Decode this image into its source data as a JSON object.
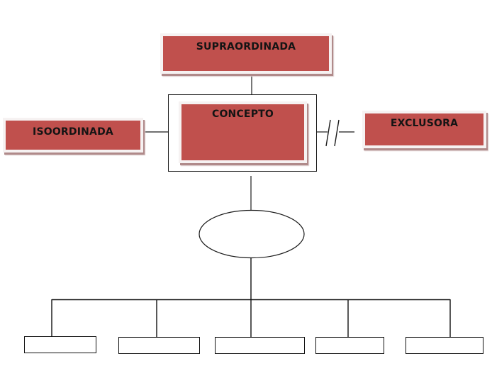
{
  "diagram": {
    "type": "concept-relations",
    "colors": {
      "box_fill": "#c0504d",
      "box_text": "#141414",
      "line": "#1a1a1a",
      "background": "#ffffff"
    },
    "nodes": {
      "supraordinada": {
        "label": "SUPRAORDINADA"
      },
      "concepto": {
        "label": "CONCEPTO"
      },
      "isoordinada": {
        "label": "ISOORDINADA"
      },
      "exclusora": {
        "label": "EXCLUSORA"
      },
      "ellipse": {
        "label": ""
      },
      "sub_boxes": [
        {
          "label": ""
        },
        {
          "label": ""
        },
        {
          "label": ""
        },
        {
          "label": ""
        },
        {
          "label": ""
        }
      ]
    },
    "edges": [
      {
        "from": "supraordinada",
        "to": "concepto",
        "style": "solid"
      },
      {
        "from": "isoordinada",
        "to": "concepto",
        "style": "solid"
      },
      {
        "from": "concepto",
        "to": "exclusora",
        "style": "broken (//)"
      },
      {
        "from": "concepto",
        "to": "ellipse",
        "style": "solid"
      },
      {
        "from": "ellipse",
        "to": "sub_boxes",
        "style": "tree"
      }
    ]
  }
}
